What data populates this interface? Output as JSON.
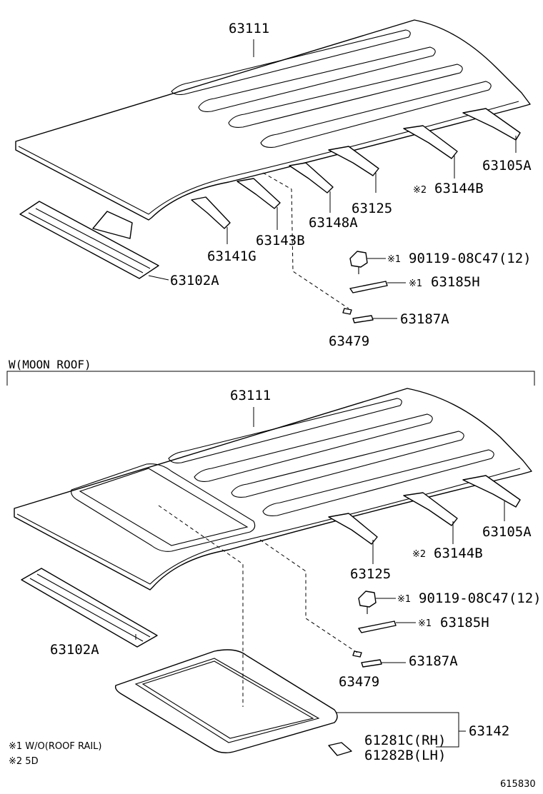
{
  "top_section": {
    "labels": {
      "roof_panel": "63111",
      "rail_rear": "63105A",
      "bow_no4": "63144B",
      "bow_no4_mark": "※2",
      "bow_no3": "63125",
      "bow_no2": "63148A",
      "bow_no1b": "63143B",
      "bow_no1": "63141G",
      "front_header": "63102A",
      "bolt": "90119-08C47(12)",
      "bolt_mark": "※1",
      "bracket": "63185H",
      "bracket_mark": "※1",
      "clip": "63187A",
      "nut": "63479"
    }
  },
  "moon_roof_section": {
    "heading": "W(MOON ROOF)",
    "labels": {
      "roof_panel": "63111",
      "rail_rear": "63105A",
      "bow_no4": "63144B",
      "bow_no4_mark": "※2",
      "bow_no3": "63125",
      "front_header": "63102A",
      "bolt": "90119-08C47(12)",
      "bolt_mark": "※1",
      "bracket": "63185H",
      "bracket_mark": "※1",
      "clip": "63187A",
      "nut": "63479",
      "reinforcement": "63142",
      "bracket_rh": "61281C(RH)",
      "bracket_lh": "61282B(LH)"
    }
  },
  "notes": [
    "※1 W/O(ROOF RAIL)",
    "※2 5D"
  ],
  "diagram_id": "615830"
}
